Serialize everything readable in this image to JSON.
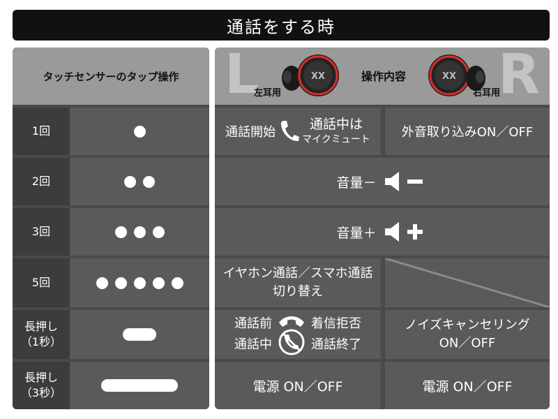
{
  "title": "通話をする時",
  "header": {
    "left_column": "タッチセンサーのタップ操作",
    "big_left": "L",
    "big_right": "R",
    "left_ear": "左耳用",
    "right_ear": "右耳用",
    "center": "操作内容",
    "earbud_logo": "XX"
  },
  "rows": [
    {
      "count": "1回",
      "left_action_a": "通話開始",
      "left_action_b_line1": "通話中は",
      "left_action_b_line2": "マイクミュート",
      "right_action": "外音取り込みON／OFF",
      "icon": "phone-icon"
    },
    {
      "count": "2回",
      "action": "音量－",
      "icon": "speaker-minus-icon"
    },
    {
      "count": "3回",
      "action": "音量＋",
      "icon": "speaker-plus-icon"
    },
    {
      "count": "5回",
      "left_action_line1": "イヤホン通話／スマホ通話",
      "left_action_line2": "切り替え"
    },
    {
      "count_line1": "長押し",
      "count_line2": "（1秒）",
      "left_before": "通話前",
      "left_during": "通話中",
      "left_reject": "着信拒否",
      "left_end": "通話終了",
      "right_action_line1": "ノイズキャンセリング",
      "right_action_line2": "ON／OFF",
      "icons": [
        "hangup-icon",
        "phone-crossed-icon"
      ]
    },
    {
      "count_line1": "長押し",
      "count_line2": "（3秒）",
      "left_action": "電源 ON／OFF",
      "right_action": "電源 ON／OFF"
    }
  ],
  "colors": {
    "title_bg": "#111111",
    "header_bg": "#9a9a9a",
    "panel": "#4a4a4a",
    "cell": "#5a5a5a",
    "count_cell": "#3c3c3c",
    "earbud_accent": "#e02a2a"
  }
}
